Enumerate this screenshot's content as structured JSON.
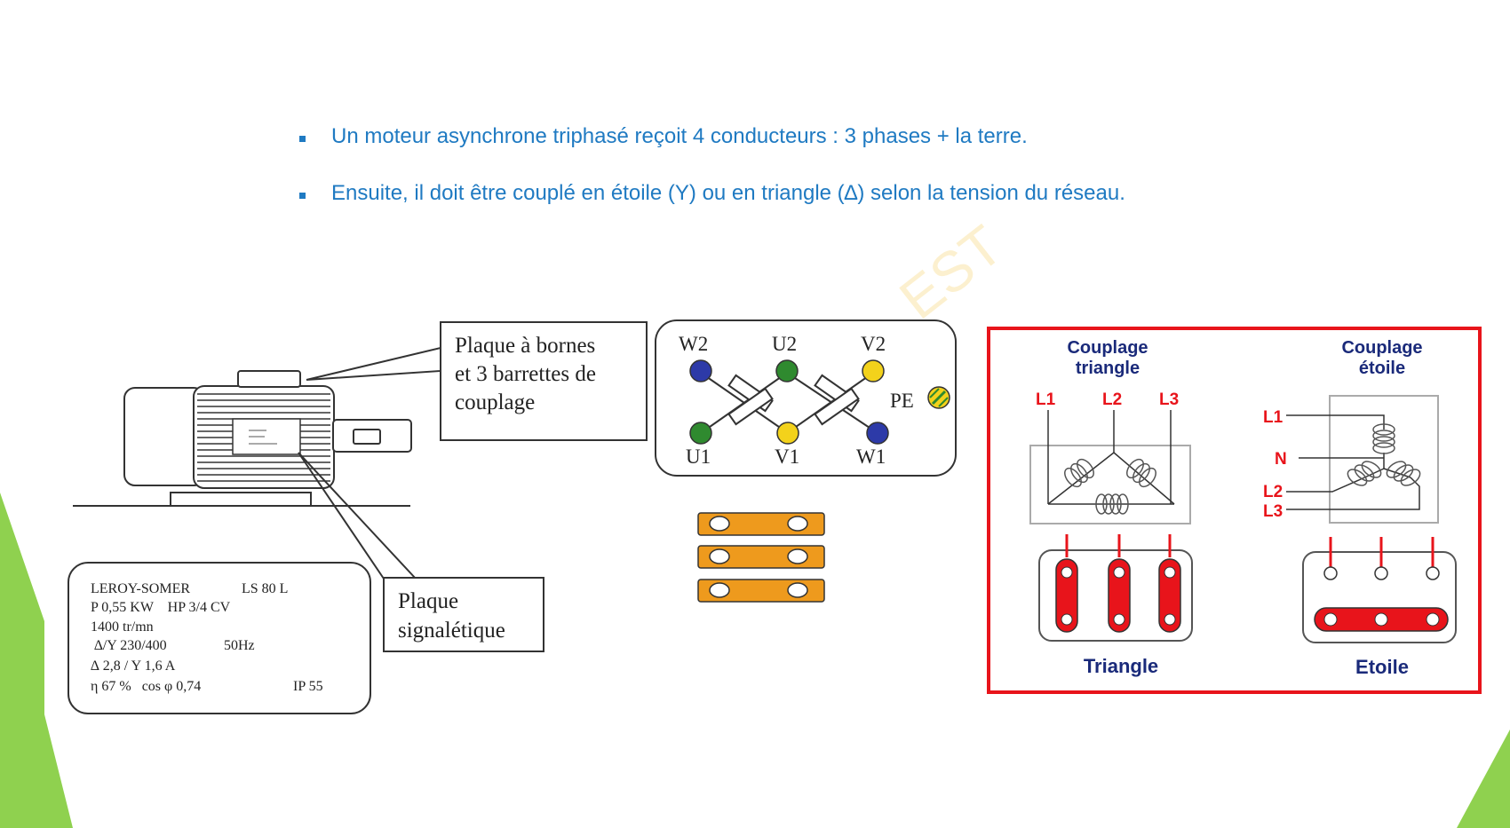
{
  "slide": {
    "bullets": [
      "Un moteur asynchrone triphasé reçoit 4 conducteurs : 3 phases + la terre.",
      "Ensuite, il doit être couplé en étoile (Y) ou en triangle (∆) selon la tension du réseau."
    ],
    "watermark": "EST"
  },
  "motor_figure": {
    "callout_bornes": [
      "Plaque à bornes",
      "et 3 barrettes de",
      "couplage"
    ],
    "callout_signal": [
      "Plaque",
      "signalétique"
    ],
    "nameplate": {
      "line1_left": "LEROY-SOMER",
      "line1_right": "LS 80 L",
      "line2": "P 0,55 KW    HP 3/4 CV",
      "line3": "1400 tr/mn",
      "line4_left": "∆/Y  230/400",
      "line4_right": "50Hz",
      "line5": "∆ 2,8 / Y 1,6 A",
      "line6_left": "η 67 %   cos φ 0,74",
      "line6_right": "IP 55"
    }
  },
  "terminal_block": {
    "top_labels": [
      "W2",
      "U2",
      "V2"
    ],
    "bottom_labels": [
      "U1",
      "V1",
      "W1"
    ],
    "pe_label": "PE",
    "colors": {
      "blue": "#2d3aa8",
      "green": "#2f8a2f",
      "yellow": "#f3d21b",
      "orange": "#ee9a1d"
    }
  },
  "coupling_box": {
    "border_color": "#e8141b",
    "triangle": {
      "title": [
        "Couplage",
        "triangle"
      ],
      "lines": [
        "L1",
        "L2",
        "L3"
      ],
      "label": "Triangle"
    },
    "star": {
      "title": [
        "Couplage",
        "étoile"
      ],
      "lines": [
        "L1",
        "N",
        "L2",
        "L3"
      ],
      "label": "Etoile"
    }
  }
}
